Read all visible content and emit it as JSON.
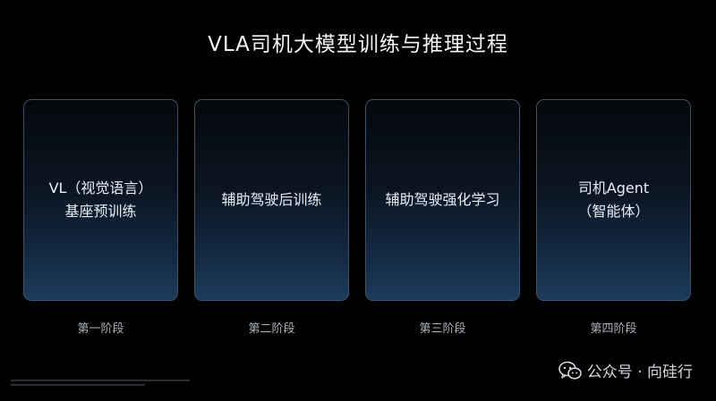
{
  "title": "VLA司机大模型训练与推理过程",
  "stages": [
    {
      "lines": [
        "VL（视觉语言）",
        "基座预训练"
      ],
      "label": "第一阶段"
    },
    {
      "lines": [
        "辅助驾驶后训练"
      ],
      "label": "第二阶段"
    },
    {
      "lines": [
        "辅助驾驶强化学习"
      ],
      "label": "第三阶段"
    },
    {
      "lines": [
        "司机Agent",
        "（智能体）"
      ],
      "label": "第四阶段"
    }
  ],
  "watermark": {
    "icon": "wechat-icon",
    "text": "公众号 · 向硅行"
  },
  "colors": {
    "background": "#000000",
    "card_border": "#3d5064",
    "card_gradient_bottom": "#1d3c5c",
    "text": "#e6eef7"
  }
}
